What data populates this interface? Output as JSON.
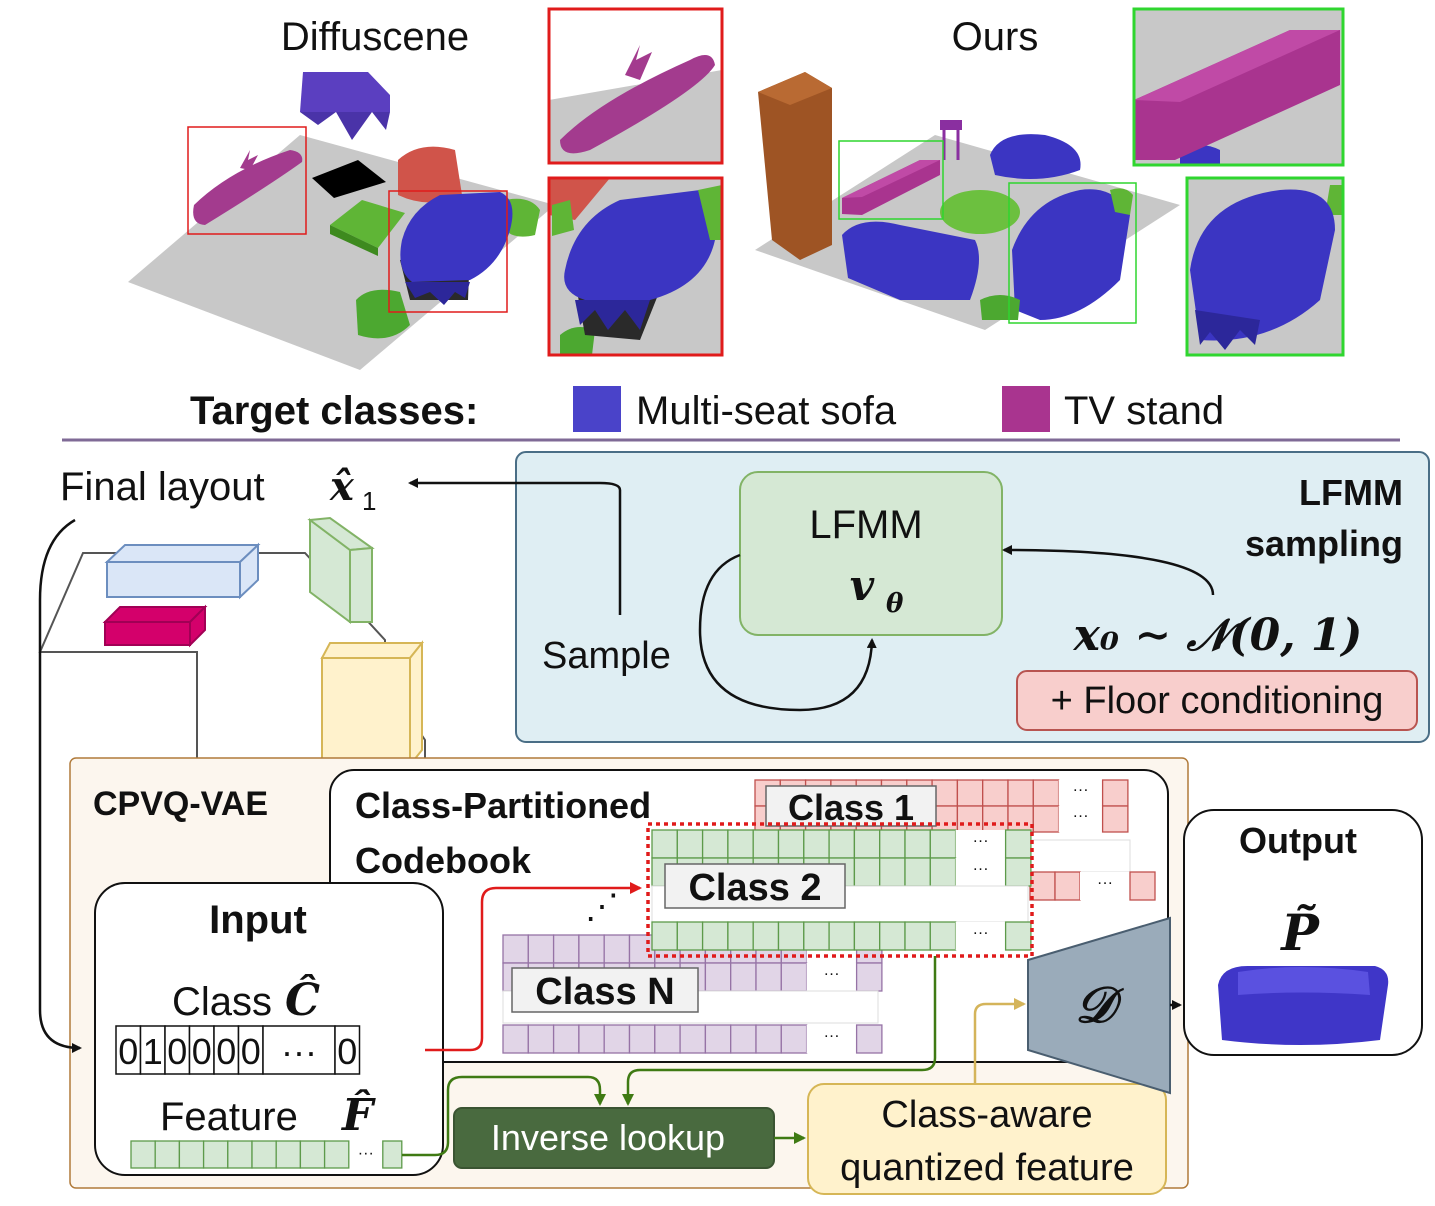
{
  "top": {
    "left_title": "Diffuscene",
    "right_title": "Ours",
    "legend": {
      "label": "Target classes:",
      "items": [
        {
          "name": "Multi-seat sofa",
          "color": "#4a43c9"
        },
        {
          "name": "TV stand",
          "color": "#a9348f"
        }
      ]
    }
  },
  "layout": {
    "final_label": "Final layout",
    "final_symbol": "x̂",
    "final_sub": "1"
  },
  "lfmm": {
    "title_line1": "LFMM",
    "title_line2": "sampling",
    "box_title": "LFMM",
    "box_symbol": "v",
    "box_sub": "θ",
    "sample": "Sample",
    "noise": "x₀ ∼ 𝒩(0, 1)",
    "floor": "+ Floor conditioning"
  },
  "cpvq": {
    "title": "CPVQ-VAE",
    "codebook_line1": "Class-Partitioned",
    "codebook_line2": "Codebook",
    "class1": "Class 1",
    "class2": "Class 2",
    "classN": "Class N",
    "ellipsis": "···",
    "vdots": "⋰"
  },
  "input": {
    "title": "Input",
    "class_label": "Class",
    "class_symbol": "Ĉ",
    "onehot": [
      "0",
      "1",
      "0",
      "0",
      "0",
      "0",
      "···",
      "0"
    ],
    "feature_label": "Feature",
    "feature_symbol": "F̂"
  },
  "inverse_lookup": "Inverse lookup",
  "quantized_line1": "Class-aware",
  "quantized_line2": "quantized feature",
  "decoder": "𝒟",
  "output": {
    "title": "Output",
    "symbol": "P̃"
  }
}
